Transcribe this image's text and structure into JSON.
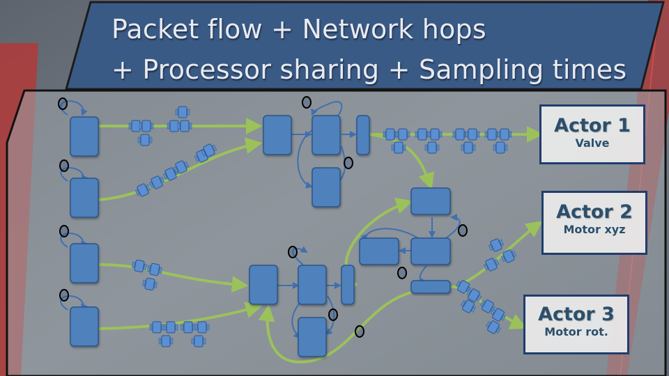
{
  "title": {
    "line1": "Packet flow + Network hops",
    "line2": "+ Processor sharing + Sampling times"
  },
  "actors": [
    {
      "name": "Actor 1",
      "subtitle": "Valve"
    },
    {
      "name": "Actor 2",
      "subtitle": "Motor xyz"
    },
    {
      "name": "Actor 3",
      "subtitle": "Motor rot."
    }
  ],
  "colors": {
    "processor_blue": "#4f81bd",
    "processor_border": "#2c5488",
    "flow_green": "#9bc25a",
    "title_panel": "#3a5a86",
    "actor_border": "#1f3d6e",
    "actor_text": "#2b4f6b",
    "background_red": "#b23a3a"
  }
}
